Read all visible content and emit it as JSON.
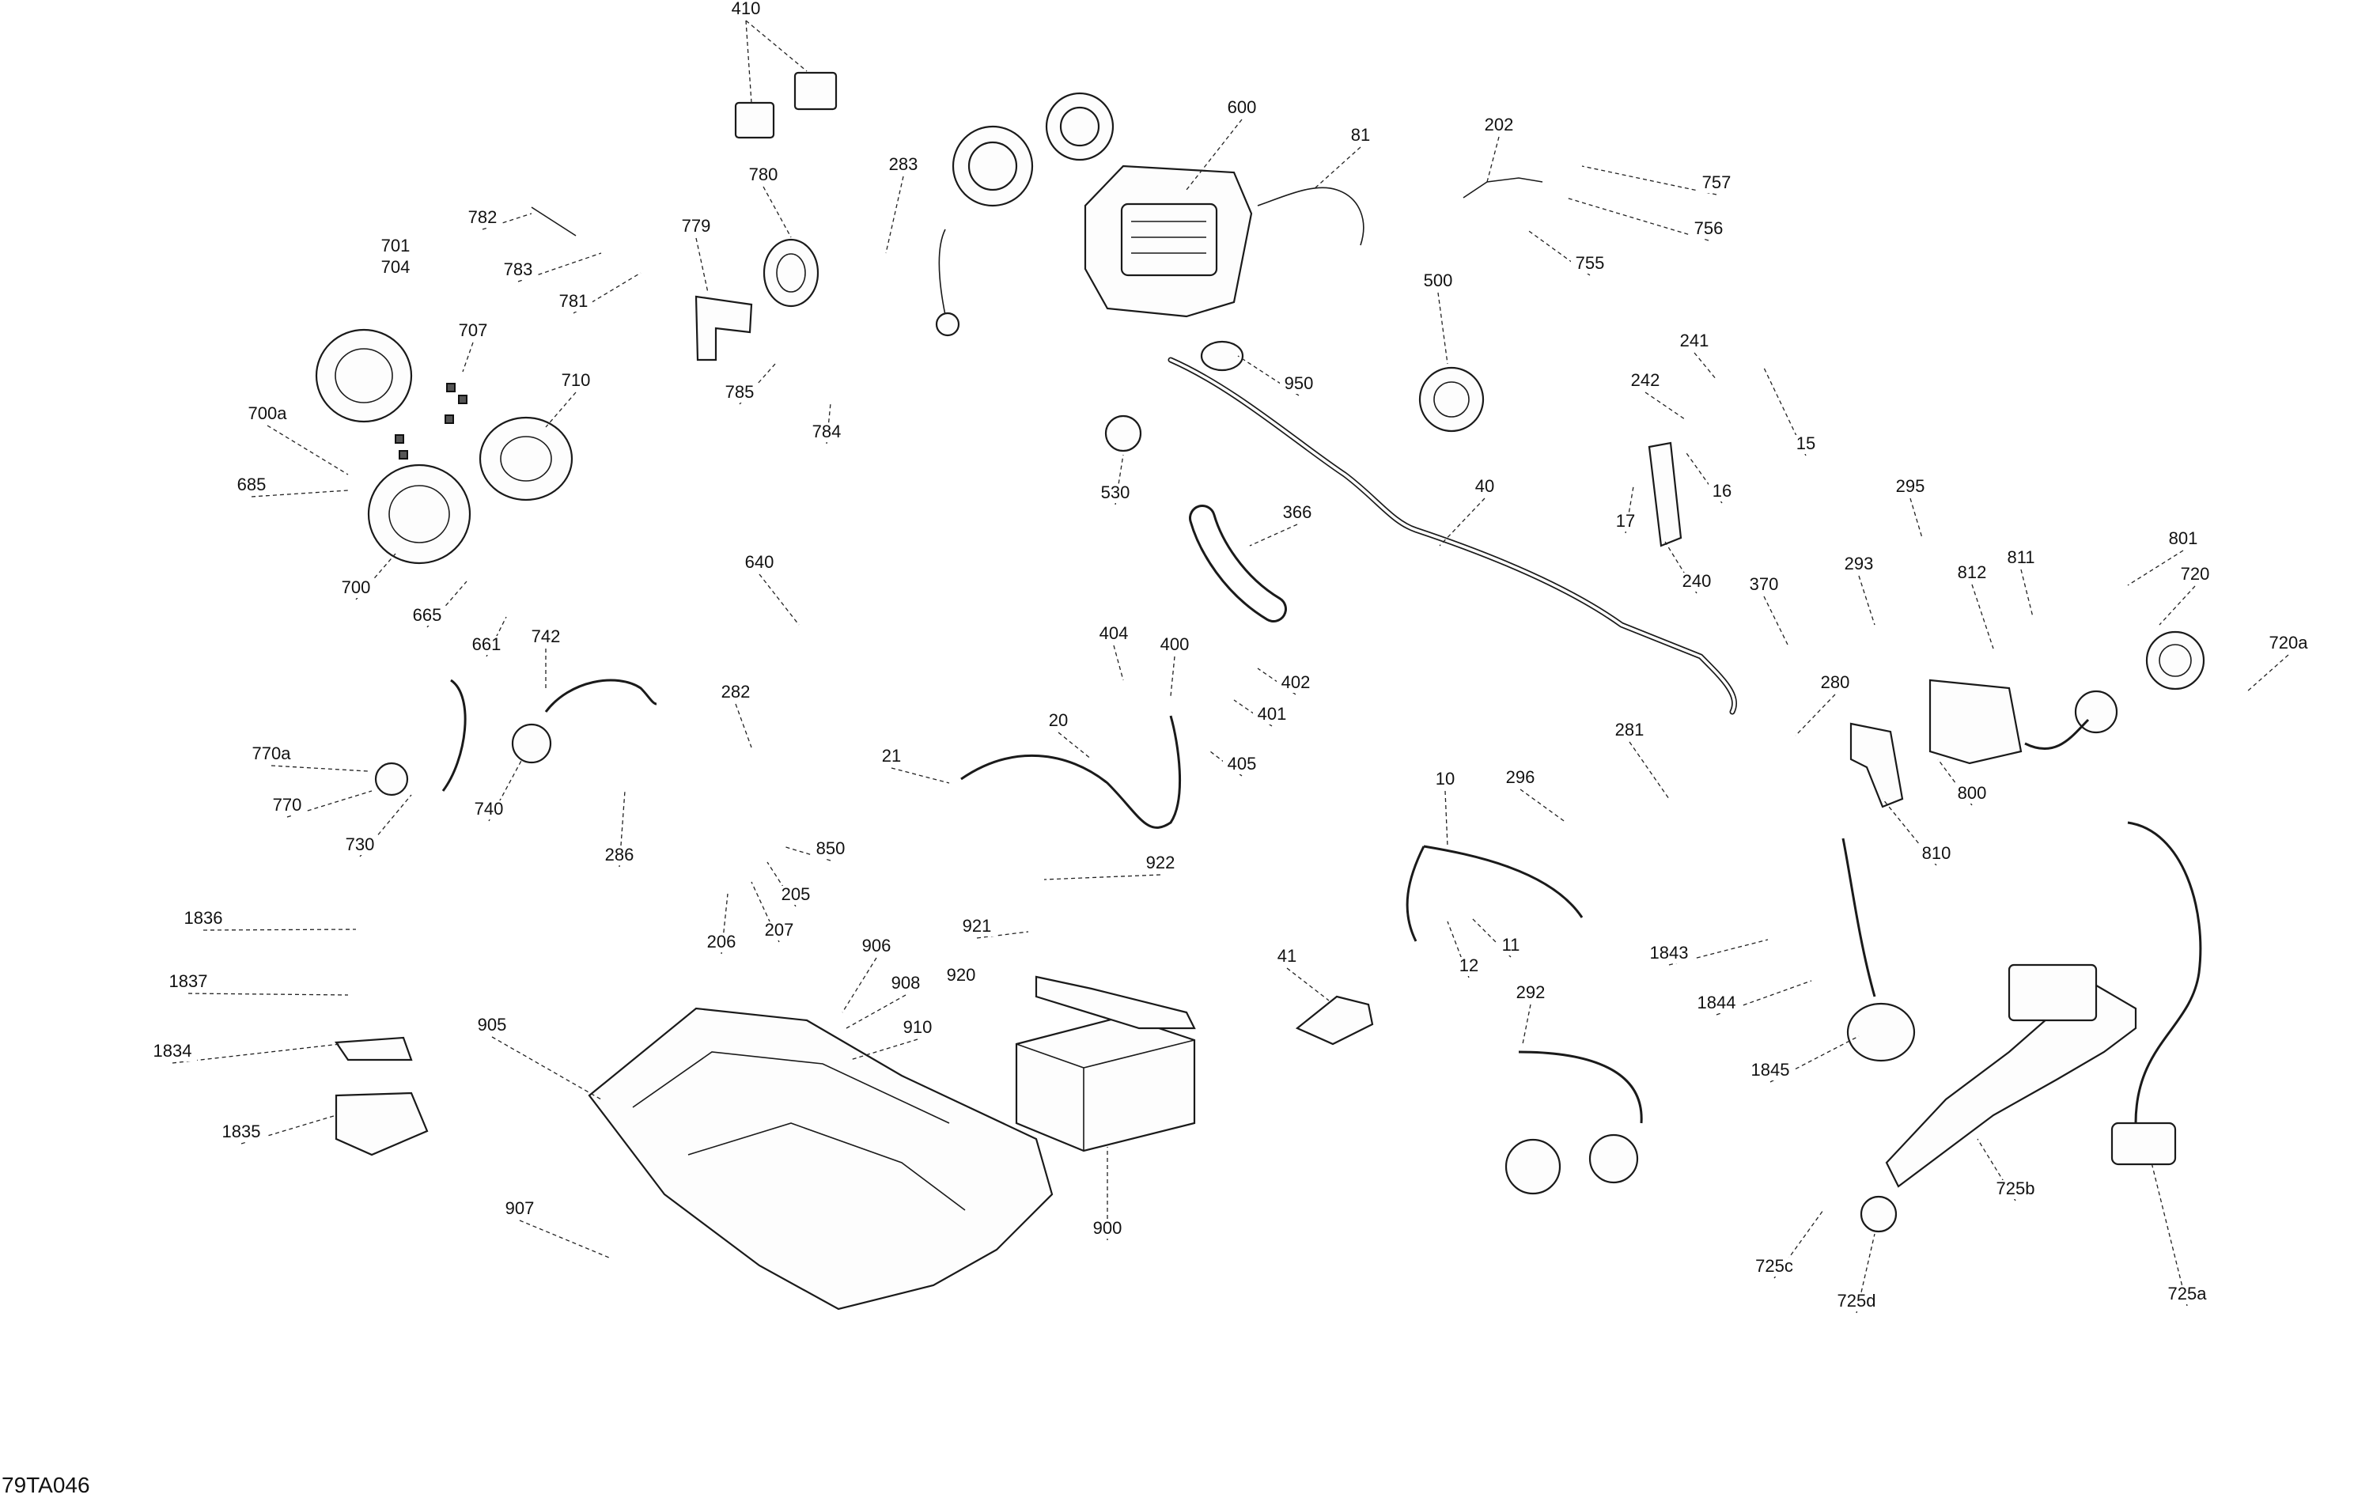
{
  "figure_id": "79TA046",
  "callouts": [
    "410",
    "600",
    "81",
    "202",
    "757",
    "756",
    "755",
    "283",
    "780",
    "779",
    "782",
    "783",
    "781",
    "701",
    "704",
    "707",
    "710",
    "785",
    "784",
    "950",
    "530",
    "500",
    "241",
    "242",
    "15",
    "16",
    "17",
    "240",
    "40",
    "366",
    "700a",
    "685",
    "700",
    "665",
    "661",
    "742",
    "640",
    "295",
    "293",
    "370",
    "812",
    "811",
    "801",
    "720",
    "720a",
    "280",
    "800",
    "810",
    "404",
    "400",
    "402",
    "401",
    "405",
    "20",
    "21",
    "282",
    "770a",
    "770",
    "730",
    "740",
    "286",
    "850",
    "205",
    "207",
    "206",
    "922",
    "921",
    "10",
    "296",
    "281",
    "12",
    "11",
    "1843",
    "1844",
    "1845",
    "1836",
    "1837",
    "1834",
    "1835",
    "906",
    "908",
    "920",
    "910",
    "905",
    "907",
    "900",
    "41",
    "292",
    "725b",
    "725c",
    "725d",
    "725a"
  ]
}
